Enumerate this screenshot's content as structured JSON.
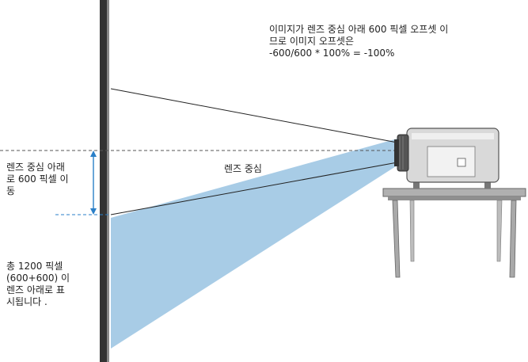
{
  "annotations": {
    "offset_note": "이미지가 렌즈 중심 아래 600 픽셀 오프셋 이\n므로 이미지 오프셋은\n-600/600 * 100% = -100%",
    "shift_label": "렌즈 중심 아래\n로 600 픽셀 이\n동",
    "total_label": "총 1200 픽셀\n(600+600) 이\n렌즈 아래로 표\n시됩니다 .",
    "center_label": "렌즈 중심"
  },
  "colors": {
    "screen": "#333333",
    "projection_beam": "#a8cce6",
    "arrow": "#2a7fc8",
    "lens_center_line": "#555555",
    "projector_body": "#d9d9d9",
    "table": "#8f8f8f"
  }
}
